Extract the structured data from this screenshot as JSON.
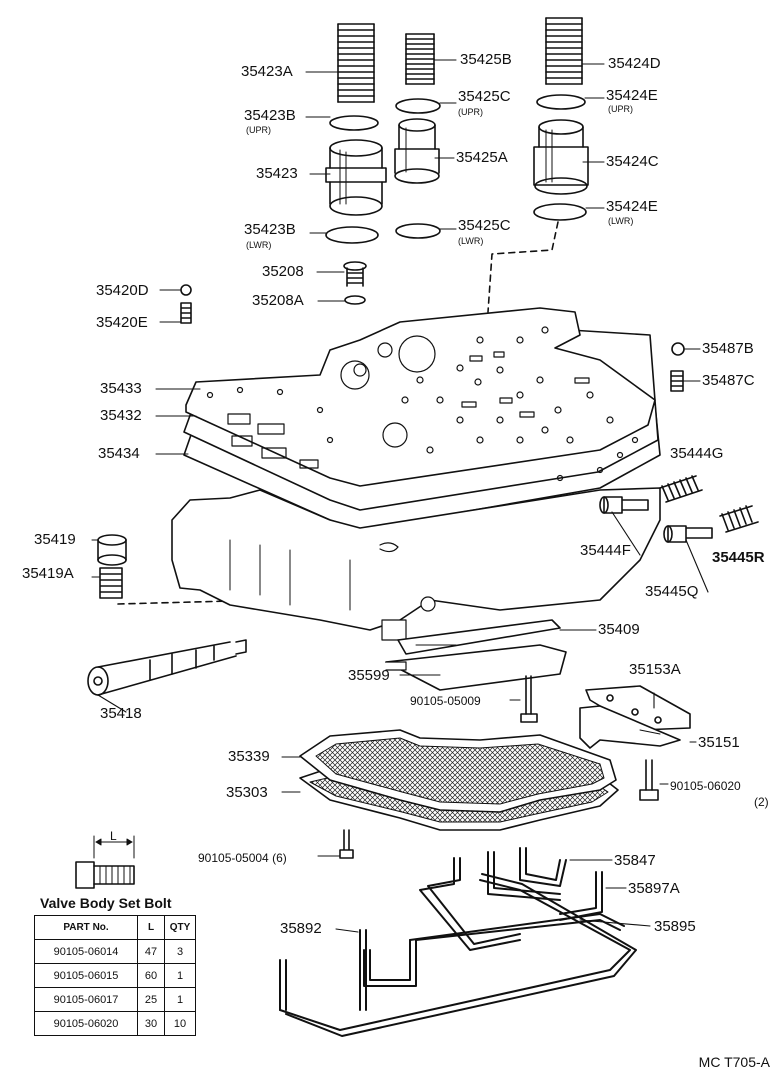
{
  "labels": {
    "p35423A": "35423A",
    "p35425B": "35425B",
    "p35424D": "35424D",
    "p35423B_upr": "35423B",
    "p35423B_upr_note": "(UPR)",
    "p35425C_upr": "35425C",
    "p35425C_upr_note": "(UPR)",
    "p35424E_upr": "35424E",
    "p35424E_upr_note": "(UPR)",
    "p35423": "35423",
    "p35425A": "35425A",
    "p35424C": "35424C",
    "p35423B_lwr": "35423B",
    "p35423B_lwr_note": "(LWR)",
    "p35425C_lwr": "35425C",
    "p35425C_lwr_note": "(LWR)",
    "p35424E_lwr": "35424E",
    "p35424E_lwr_note": "(LWR)",
    "p35208": "35208",
    "p35208A": "35208A",
    "p35420D": "35420D",
    "p35420E": "35420E",
    "p35487B": "35487B",
    "p35487C": "35487C",
    "p35433": "35433",
    "p35432": "35432",
    "p35434": "35434",
    "p35444G": "35444G",
    "p35444F": "35444F",
    "p35445R": "35445R",
    "p35445Q": "35445Q",
    "p35419": "35419",
    "p35419A": "35419A",
    "p35409": "35409",
    "p35599": "35599",
    "p35418": "35418",
    "p35153A": "35153A",
    "p35151": "35151",
    "p90105_05009": "90105-05009",
    "p35339": "35339",
    "p35303": "35303",
    "p90105_06020": "90105-06020",
    "p90105_06020_qty": "(2)",
    "p90105_05004": "90105-05004 (6)",
    "p35847": "35847",
    "p35897A": "35897A",
    "p35895": "35895",
    "p35892": "35892",
    "dim_L": "L"
  },
  "bolt_table": {
    "title": "Valve Body Set Bolt",
    "headers": [
      "PART No.",
      "L",
      "QTY"
    ],
    "rows": [
      [
        "90105-06014",
        "47",
        "3"
      ],
      [
        "90105-06015",
        "60",
        "1"
      ],
      [
        "90105-06017",
        "25",
        "1"
      ],
      [
        "90105-06020",
        "30",
        "10"
      ]
    ]
  },
  "diagram_code": "MC T705-A"
}
